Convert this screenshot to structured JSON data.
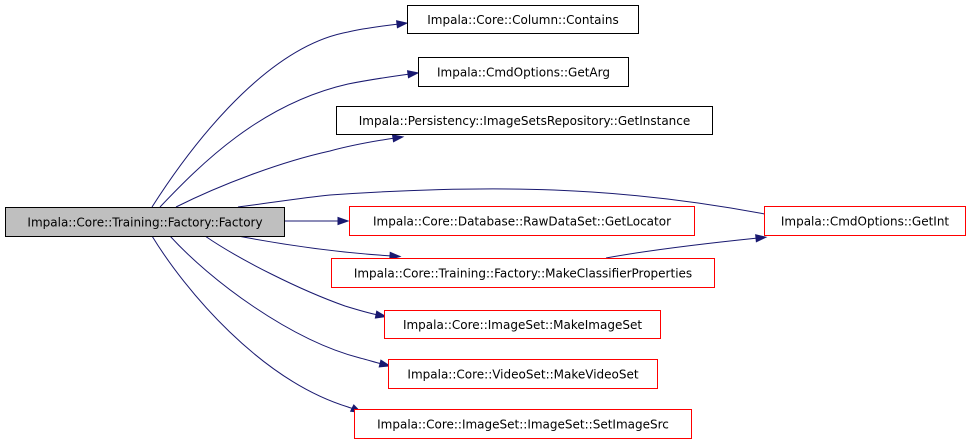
{
  "graph": {
    "nodes": [
      {
        "id": "factory",
        "label": "Impala::Core::Training::Factory::Factory",
        "style": "root"
      },
      {
        "id": "contains",
        "label": "Impala::Core::Column::Contains",
        "style": "leaf"
      },
      {
        "id": "getarg",
        "label": "Impala::CmdOptions::GetArg",
        "style": "leaf"
      },
      {
        "id": "getinstance",
        "label": "Impala::Persistency::ImageSetsRepository::GetInstance",
        "style": "leaf"
      },
      {
        "id": "getlocator",
        "label": "Impala::Core::Database::RawDataSet::GetLocator",
        "style": "truncated"
      },
      {
        "id": "makeclassifier",
        "label": "Impala::Core::Training::Factory::MakeClassifierProperties",
        "style": "truncated"
      },
      {
        "id": "makeimageset",
        "label": "Impala::Core::ImageSet::MakeImageSet",
        "style": "truncated"
      },
      {
        "id": "makevideoset",
        "label": "Impala::Core::VideoSet::MakeVideoSet",
        "style": "truncated"
      },
      {
        "id": "setimagesrc",
        "label": "Impala::Core::ImageSet::ImageSet::SetImageSrc",
        "style": "truncated"
      },
      {
        "id": "getint",
        "label": "Impala::CmdOptions::GetInt",
        "style": "truncated"
      }
    ],
    "edges": [
      {
        "from": "factory",
        "to": "contains"
      },
      {
        "from": "factory",
        "to": "getarg"
      },
      {
        "from": "factory",
        "to": "getinstance"
      },
      {
        "from": "factory",
        "to": "getint"
      },
      {
        "from": "factory",
        "to": "getlocator"
      },
      {
        "from": "factory",
        "to": "makeclassifier"
      },
      {
        "from": "factory",
        "to": "makeimageset"
      },
      {
        "from": "factory",
        "to": "makevideoset"
      },
      {
        "from": "factory",
        "to": "setimagesrc"
      },
      {
        "from": "makeclassifier",
        "to": "getint"
      }
    ],
    "colors": {
      "root_fill": "#bfbfbf",
      "root_border": "#000000",
      "leaf_border": "#000000",
      "truncated_border": "#ff0000",
      "edge": "#191970"
    }
  }
}
